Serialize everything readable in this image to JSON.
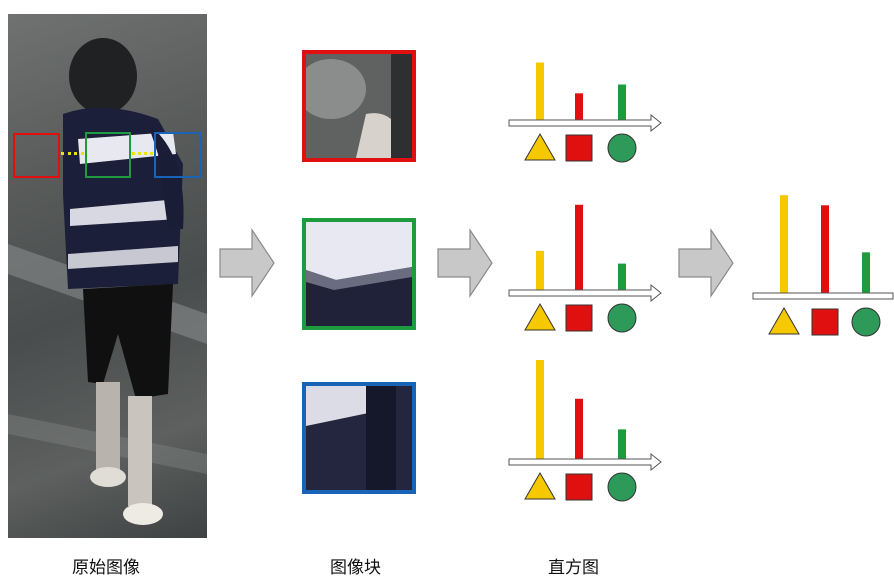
{
  "captions": {
    "original": "原始图像",
    "patches": "图像块",
    "histogram": "直方图"
  },
  "colors": {
    "red": "#e01010",
    "green": "#1e9b3c",
    "blue": "#1a64b8",
    "yellow": "#f5c800",
    "dots": "#f2e200",
    "circle": "#2e9a5a",
    "arrow_fill": "#c8c8c8",
    "arrow_stroke": "#8a8a8a"
  },
  "histograms": [
    {
      "name": "histogram-red-patch",
      "values": {
        "yellow": 0.55,
        "red": 0.27,
        "green": 0.35
      }
    },
    {
      "name": "histogram-green-patch",
      "values": {
        "yellow": 0.43,
        "red": 0.9,
        "green": 0.3
      }
    },
    {
      "name": "histogram-blue-patch",
      "values": {
        "yellow": 1.0,
        "red": 0.62,
        "green": 0.32
      }
    },
    {
      "name": "histogram-combined",
      "values": {
        "yellow": 0.9,
        "red": 0.81,
        "green": 0.39
      }
    }
  ],
  "legend_shapes": [
    "triangle",
    "square",
    "circle"
  ],
  "icons": [
    "right-arrow-icon"
  ]
}
